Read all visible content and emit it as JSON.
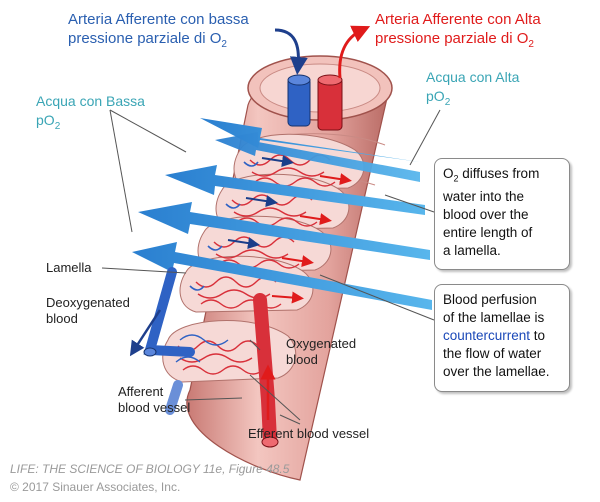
{
  "labels": {
    "afferent_low_line1": "Arteria Afferente con bassa",
    "afferent_low_line2": "pressione parziale di O",
    "afferent_low_sub": "2",
    "afferent_high_line1": "Arteria Afferente con Alta",
    "afferent_high_line2": "pressione parziale di O",
    "afferent_high_sub": "2",
    "water_high_line1": "Acqua con Alta",
    "water_high_line2": "pO",
    "water_high_sub": "2",
    "water_low_line1": "Acqua con Bassa",
    "water_low_line2": "pO",
    "water_low_sub": "2",
    "lamella": "Lamella",
    "deoxy_line1": "Deoxygenated",
    "deoxy_line2": "blood",
    "oxy_line1": "Oxygenated",
    "oxy_line2": "blood",
    "afferent_vessel_line1": "Afferent",
    "afferent_vessel_line2": "blood vessel",
    "efferent_vessel": "Efferent blood vessel"
  },
  "box1": {
    "o": "O",
    "sub": "2",
    "line1_rest": " diffuses from",
    "line2": "water into the",
    "line3": "blood over the",
    "line4": "entire length of",
    "line5": "a lamella."
  },
  "box2": {
    "line1": "Blood perfusion",
    "line2": "of the lamellae is",
    "highlight": "countercurrent",
    "line3_rest": " to",
    "line4": "the flow of water",
    "line5": "over the lamellae."
  },
  "credit": {
    "line1": "LIFE: THE SCIENCE OF BIOLOGY 11e, Figure 48.5",
    "line2": "© 2017 Sinauer Associates, Inc."
  },
  "colors": {
    "vessel_red": "#d8303a",
    "vessel_blue": "#2f62c4",
    "water_arrow": "#2f8fd8",
    "filament_pink": "#e9a6a2"
  }
}
